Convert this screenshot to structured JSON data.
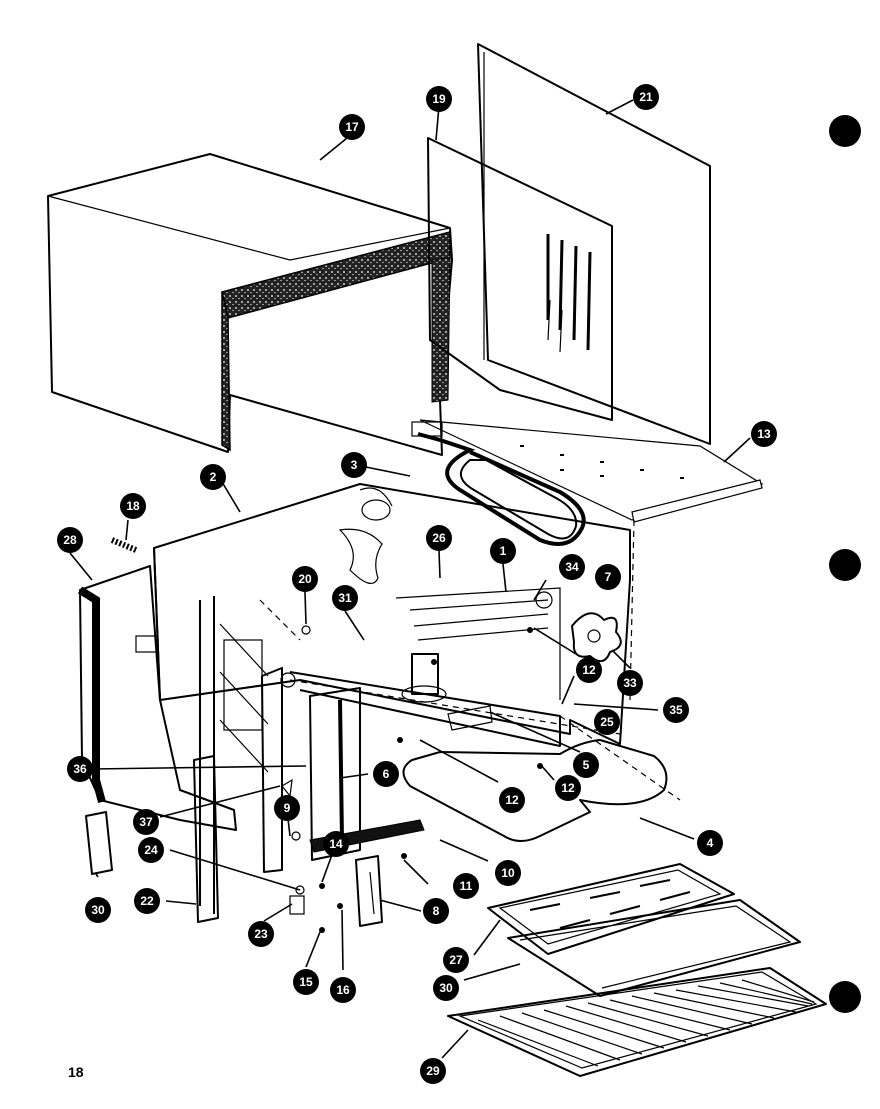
{
  "page": {
    "number": "18"
  },
  "callouts": [
    {
      "id": "c17",
      "label": "17"
    },
    {
      "id": "c19",
      "label": "19"
    },
    {
      "id": "c21",
      "label": "21"
    },
    {
      "id": "c13",
      "label": "13"
    },
    {
      "id": "c3",
      "label": "3"
    },
    {
      "id": "c2",
      "label": "2"
    },
    {
      "id": "c18",
      "label": "18"
    },
    {
      "id": "c28a",
      "label": "28"
    },
    {
      "id": "c26",
      "label": "26"
    },
    {
      "id": "c1",
      "label": "1"
    },
    {
      "id": "c34",
      "label": "34"
    },
    {
      "id": "c7",
      "label": "7"
    },
    {
      "id": "c20",
      "label": "20"
    },
    {
      "id": "c31",
      "label": "31"
    },
    {
      "id": "c12a",
      "label": "12"
    },
    {
      "id": "c33",
      "label": "33"
    },
    {
      "id": "c25",
      "label": "25"
    },
    {
      "id": "c35",
      "label": "35"
    },
    {
      "id": "c5",
      "label": "5"
    },
    {
      "id": "c36",
      "label": "36"
    },
    {
      "id": "c6a",
      "label": "6"
    },
    {
      "id": "c12b",
      "label": "12"
    },
    {
      "id": "c12c",
      "label": "12"
    },
    {
      "id": "c4",
      "label": "4"
    },
    {
      "id": "c37",
      "label": "37"
    },
    {
      "id": "c9",
      "label": "9"
    },
    {
      "id": "c14",
      "label": "14"
    },
    {
      "id": "c10",
      "label": "10"
    },
    {
      "id": "c24",
      "label": "24"
    },
    {
      "id": "c11",
      "label": "11"
    },
    {
      "id": "c8",
      "label": "8"
    },
    {
      "id": "c30a",
      "label": "30"
    },
    {
      "id": "c22",
      "label": "22"
    },
    {
      "id": "c23",
      "label": "23"
    },
    {
      "id": "c15",
      "label": "15"
    },
    {
      "id": "c16",
      "label": "16"
    },
    {
      "id": "c27",
      "label": "27"
    },
    {
      "id": "c30b",
      "label": "30"
    },
    {
      "id": "c29",
      "label": "29"
    }
  ]
}
